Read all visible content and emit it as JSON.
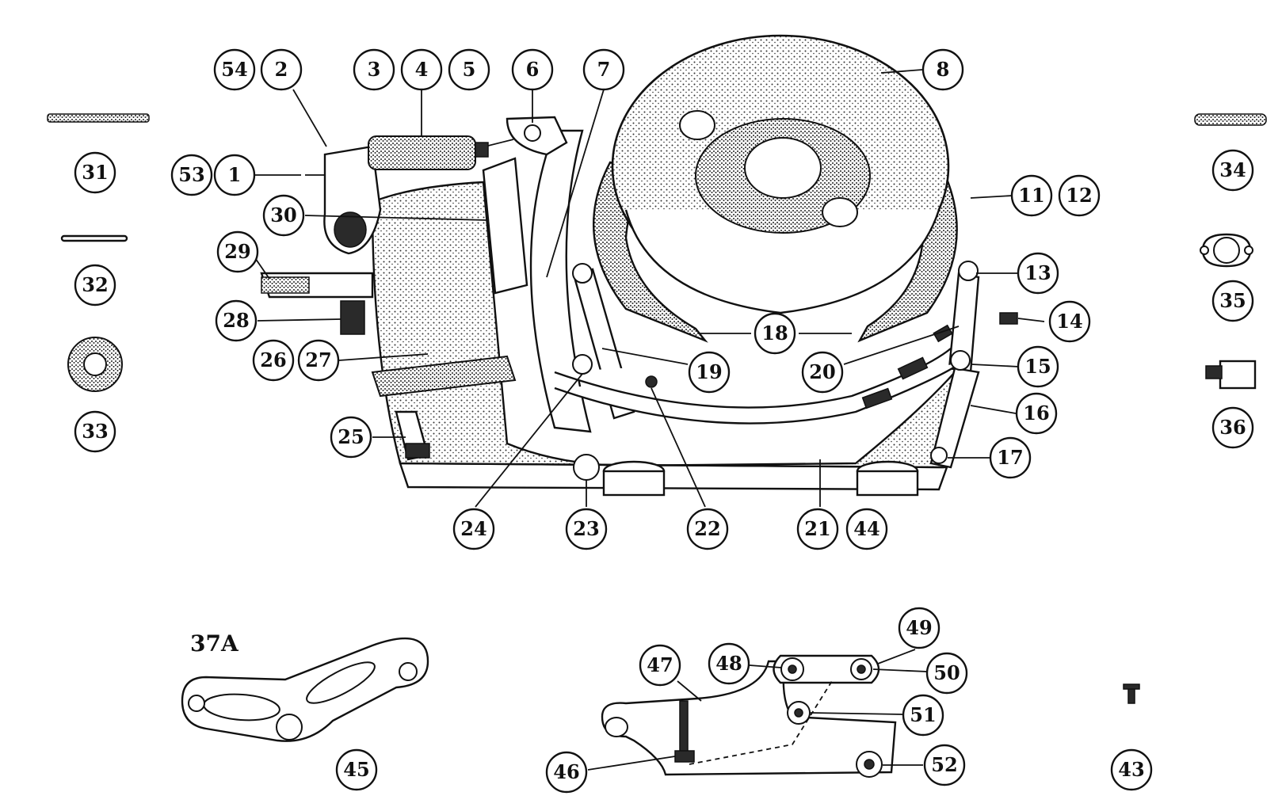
{
  "callouts": {
    "c54": "54",
    "c2": "2",
    "c3": "3",
    "c4": "4",
    "c5": "5",
    "c6": "6",
    "c7": "7",
    "c8": "8",
    "c53": "53",
    "c1": "1",
    "c11": "11",
    "c12": "12",
    "c30": "30",
    "c13": "13",
    "c29": "29",
    "c18a": "18",
    "c14": "14",
    "c28": "28",
    "c19": "19",
    "c20": "20",
    "c15": "15",
    "c26": "26",
    "c27": "27",
    "c16": "16",
    "c25": "25",
    "c17": "17",
    "c24": "24",
    "c23": "23",
    "c22": "22",
    "c21": "21",
    "c44": "44",
    "c31": "31",
    "c32": "32",
    "c33": "33",
    "c34": "34",
    "c35": "35",
    "c36": "36",
    "c49": "49",
    "c47": "47",
    "c48": "48",
    "c50": "50",
    "c51": "51",
    "c46": "46",
    "c52": "52",
    "c45": "45",
    "c43": "43"
  },
  "labels": {
    "variant_37A": "37A"
  },
  "colors": {
    "ink": "#111111",
    "paper": "#ffffff",
    "shade": "#3a3a3a"
  }
}
